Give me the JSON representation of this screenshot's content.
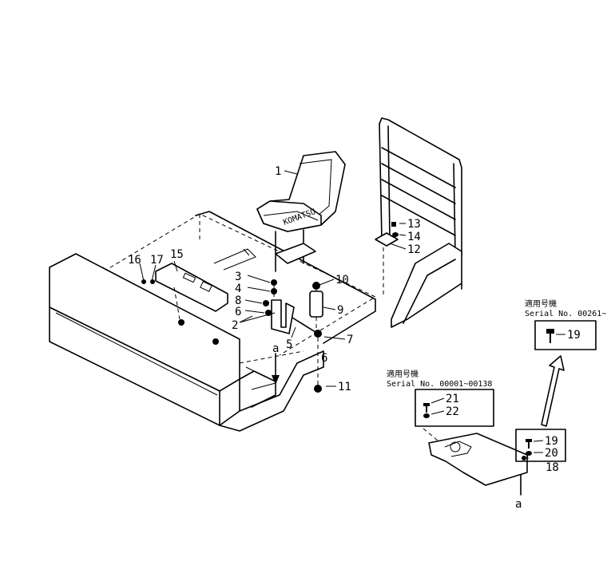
{
  "parts": {
    "p1": "1",
    "p2": "2",
    "p3": "3",
    "p4": "4",
    "p5": "5",
    "p6a": "6",
    "p6b": "6",
    "p7": "7",
    "p8": "8",
    "p9": "9",
    "p10": "10",
    "p11": "11",
    "p12": "12",
    "p13": "13",
    "p14": "14",
    "p15": "15",
    "p16": "16",
    "p17": "17",
    "p18": "18",
    "p19a": "19",
    "p19b": "19",
    "p20": "20",
    "p21": "21",
    "p22": "22"
  },
  "view_marks": {
    "a_upper": "a",
    "a_lower": "a"
  },
  "serial_boxes": {
    "upper": {
      "jp": "適用号機",
      "label": "Serial No. 00261~"
    },
    "lower": {
      "jp": "適用号機",
      "label": "Serial No. 00001~00138"
    }
  }
}
